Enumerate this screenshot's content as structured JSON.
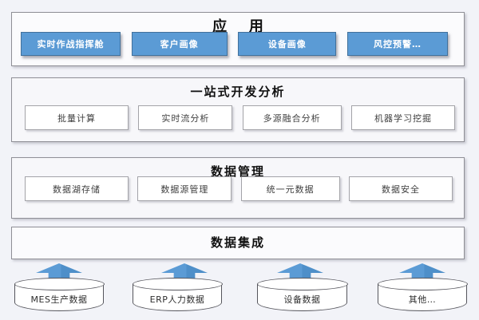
{
  "colors": {
    "accent_blue": "#5b9bd5",
    "accent_blue_border": "#41719c",
    "band_border": "#8f8f96",
    "background": "#f2f3f8"
  },
  "layers": [
    {
      "id": "application",
      "title": "应 用",
      "items": [
        "实时作战指挥舱",
        "客户画像",
        "设备画像",
        "风控预警…"
      ]
    },
    {
      "id": "one-stop-dev-analysis",
      "title": "一站式开发分析",
      "items": [
        "批量计算",
        "实时流分析",
        "多源融合分析",
        "机器学习挖掘"
      ]
    },
    {
      "id": "data-management",
      "title": "数据管理",
      "items": [
        "数据湖存储",
        "数据源管理",
        "统一元数据",
        "数据安全"
      ]
    },
    {
      "id": "data-integration",
      "title": "数据集成",
      "items": []
    }
  ],
  "sources": [
    "MES生产数据",
    "ERP人力数据",
    "设备数据",
    "其他…"
  ],
  "icons": {
    "up_arrow": "block-up-arrow",
    "database": "database-cylinder"
  }
}
